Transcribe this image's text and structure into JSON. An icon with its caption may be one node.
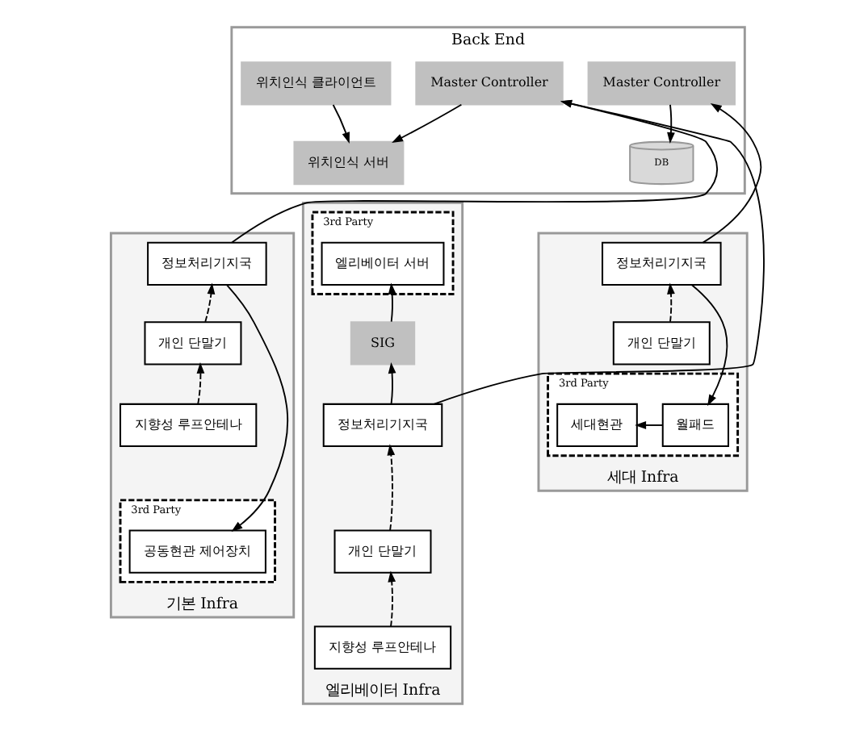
{
  "diagram": {
    "nodes": [
      {
        "text": [
          "Back End"
        ]
      },
      {
        "text": [
          "Master Controller"
        ],
        "in": 0
      },
      {
        "text": [
          "위치인식 클라이언트"
        ],
        "in": 0
      },
      {
        "text": [
          "Master Controller"
        ],
        "in": 0
      },
      {
        "text": [
          "위치인식 서버"
        ],
        "in": 0
      },
      {
        "text": [
          "DB"
        ],
        "in": 0
      },
      {
        "text": [
          "기본 Infra"
        ]
      },
      {
        "text": [
          "정보처리기지국"
        ],
        "in": 6
      },
      {
        "text": [
          "개인 단말기"
        ],
        "in": 6
      },
      {
        "text": [
          "지향성 루프안테나"
        ],
        "in": 6
      },
      {
        "text": [
          "3rd Party"
        ],
        "in": 6
      },
      {
        "text": [
          "공동현관 제어장치"
        ],
        "in": 10
      },
      {
        "text": [
          "엘리베이터 Infra"
        ]
      },
      {
        "text": [
          "3rd Party"
        ],
        "in": 12
      },
      {
        "text": [
          "엘리베이터 서버"
        ],
        "in": 13
      },
      {
        "text": [
          "SIG"
        ],
        "in": 12
      },
      {
        "text": [
          "정보처리기지국"
        ],
        "in": 12
      },
      {
        "text": [
          "개인 단말기"
        ],
        "in": 12
      },
      {
        "text": [
          "지향성 루프안테나"
        ],
        "in": 12
      },
      {
        "text": [
          "세대 Infra"
        ]
      },
      {
        "text": [
          "정보처리기지국"
        ],
        "in": 19
      },
      {
        "text": [
          "개인 단말기"
        ],
        "in": 19
      },
      {
        "text": [
          "3rd Party"
        ],
        "in": 19
      },
      {
        "text": [
          "월패드"
        ],
        "in": 22
      },
      {
        "text": [
          "세대현관"
        ],
        "in": 22
      }
    ],
    "edges": [
      {
        "from": 1,
        "to": 4,
        "arrow": "to"
      },
      {
        "from": 2,
        "to": 4,
        "arrow": "to"
      },
      {
        "from": 3,
        "to": 5,
        "arrow": "to"
      },
      {
        "from": 7,
        "to": 1,
        "arrow": "to"
      },
      {
        "from": 16,
        "to": 1,
        "arrow": "to"
      },
      {
        "from": 20,
        "to": 3,
        "arrow": "to"
      },
      {
        "from": 9,
        "to": 8,
        "arrow": "to",
        "style": "dashed"
      },
      {
        "from": 8,
        "to": 7,
        "arrow": "to",
        "style": "dashed"
      },
      {
        "from": 7,
        "to": 11,
        "arrow": "to"
      },
      {
        "from": 18,
        "to": 17,
        "arrow": "to",
        "style": "dashed"
      },
      {
        "from": 17,
        "to": 16,
        "arrow": "to",
        "style": "dashed"
      },
      {
        "from": 16,
        "to": 15,
        "arrow": "to"
      },
      {
        "from": 15,
        "to": 14,
        "arrow": "to"
      },
      {
        "from": 21,
        "to": 20,
        "arrow": "to",
        "style": "dashed"
      },
      {
        "from": 20,
        "to": 23,
        "arrow": "to"
      },
      {
        "from": 23,
        "to": 24,
        "arrow": "to"
      }
    ]
  }
}
